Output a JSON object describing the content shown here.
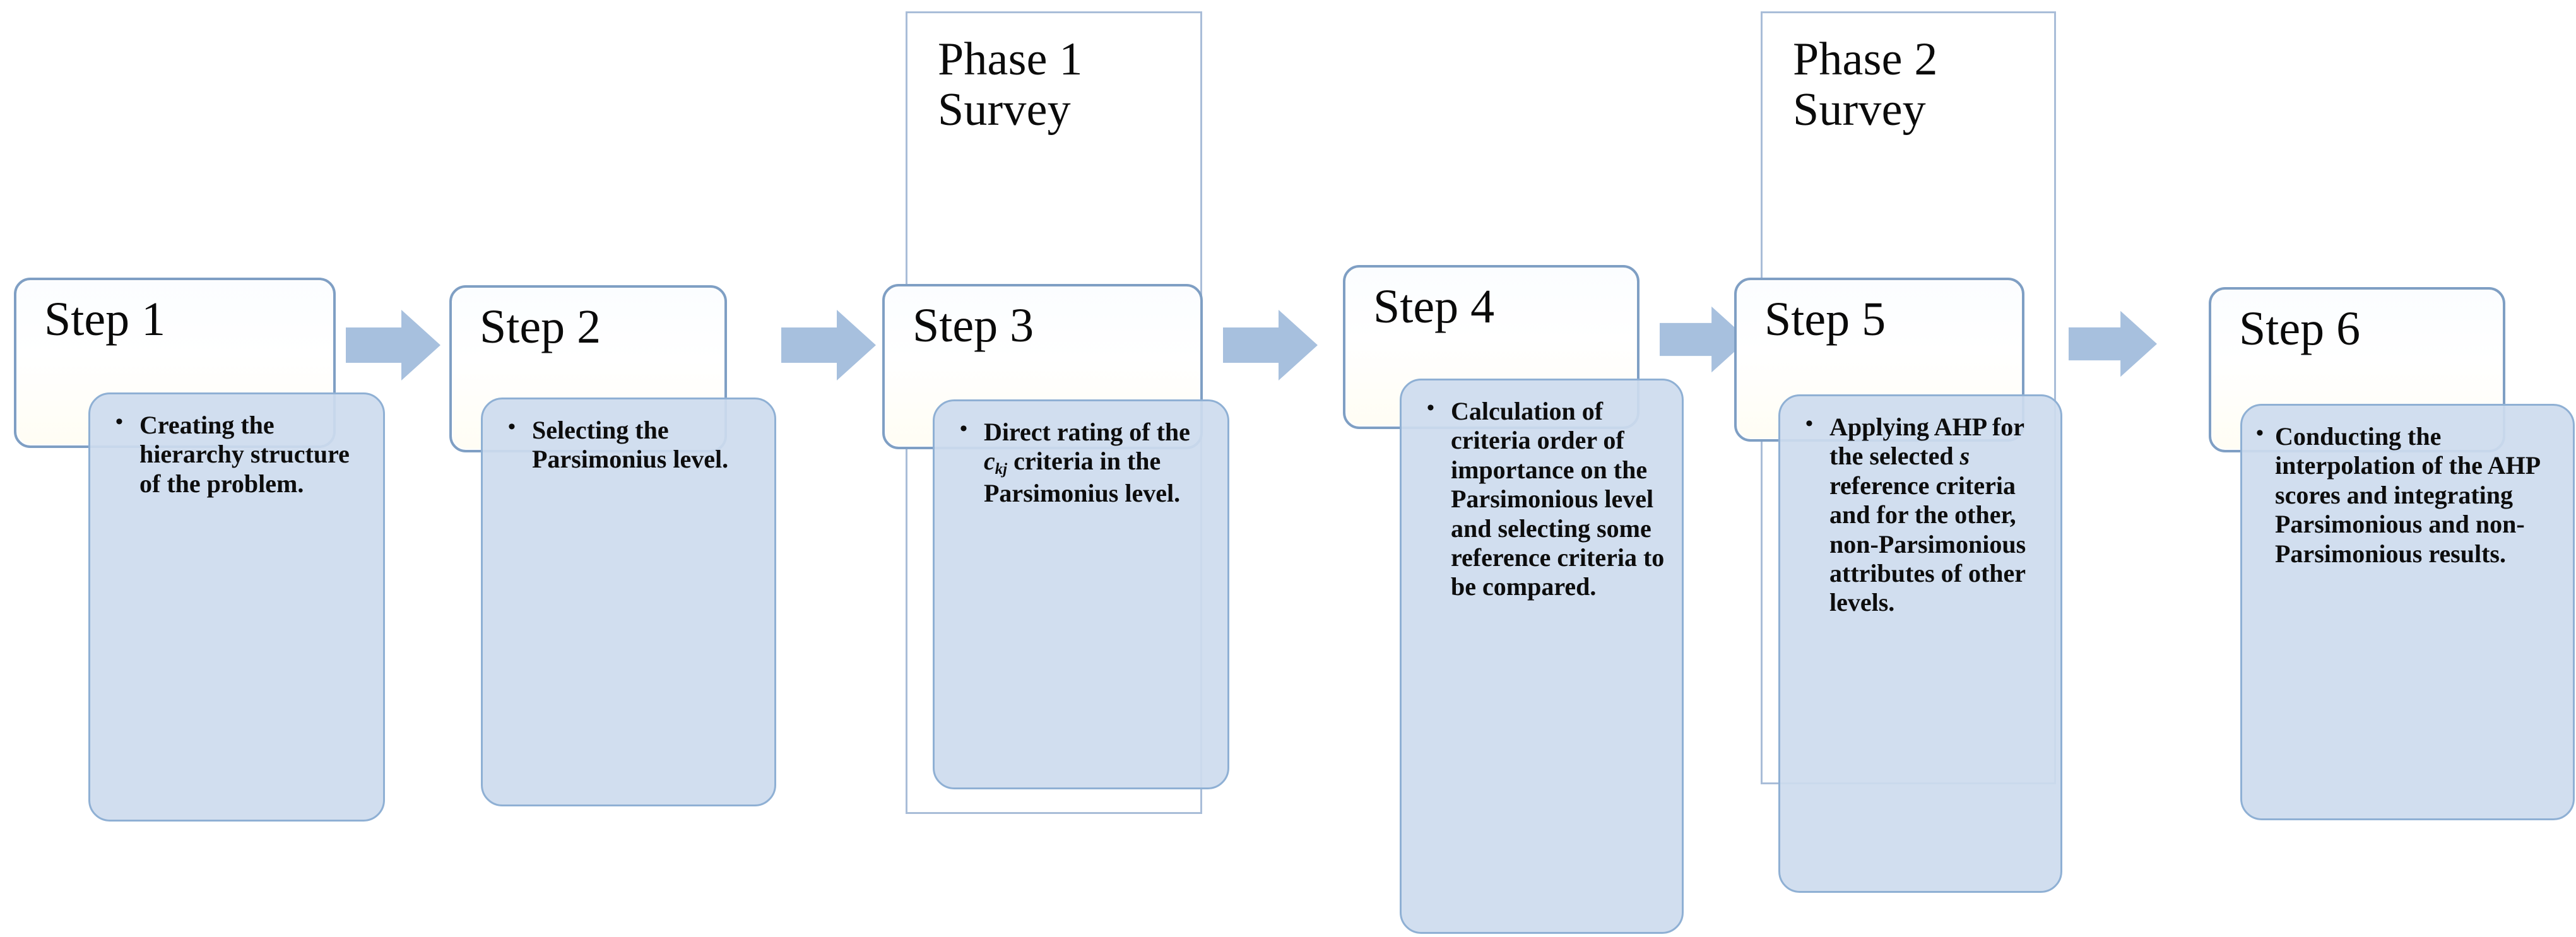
{
  "diagram": {
    "title": "Parsimonious AHP methodology step flow",
    "colors": {
      "arrow_fill": "#a7c0de",
      "body_fill": "#cddbee",
      "body_border": "#8fb0d4",
      "head_border": "#7f9fc4",
      "phase_border": "#a9bdd8",
      "text": "#0d0d0d",
      "background": "#ffffff"
    },
    "phases": [
      {
        "label": "Phase 1\nSurvey",
        "line1": "Phase 1",
        "line2": "Survey"
      },
      {
        "label": "Phase 2\nSurvey",
        "line1": "Phase 2",
        "line2": "Survey"
      }
    ],
    "steps": [
      {
        "title": "Step 1",
        "bullet_html": "Creating the hierarchy structure of the problem.",
        "bullet_text": "Creating the hierarchy structure of the problem."
      },
      {
        "title": "Step 2",
        "bullet_html": "Selecting the Parsimonius level.",
        "bullet_text": "Selecting the Parsimonius level."
      },
      {
        "title": "Step 3",
        "bullet_html": "Direct rating of the <span class=\"sub\">c<sub>kj</sub></span> criteria in the Parsimonius level.",
        "bullet_text": "Direct rating of the c_kj criteria in the Parsimonius level."
      },
      {
        "title": "Step 4",
        "bullet_html": "Calculation of criteria order of importance on the Parsimonious level and selecting some reference criteria to be compared.",
        "bullet_text": "Calculation of criteria order of importance on the Parsimonious level and selecting some reference criteria to be compared."
      },
      {
        "title": "Step 5",
        "bullet_html": "Applying AHP for the selected <span class=\"ital\">s</span> reference criteria and for the other, non-Parsimonious attributes of other levels.",
        "bullet_text": "Applying AHP for the selected s reference criteria and for the other, non-Parsimonious attributes of other levels."
      },
      {
        "title": "Step 6",
        "bullet_html": "Conducting the interpolation of the AHP scores and integrating Parsimonious and non-Parsimonious results.",
        "bullet_text": "Conducting the interpolation of the AHP scores and integrating Parsimonious and non-Parsimonious results."
      }
    ],
    "arrows": [
      {
        "name": "arrow-step1-to-step2",
        "from": "Step 1",
        "to": "Step 2"
      },
      {
        "name": "arrow-step2-to-step3",
        "from": "Step 2",
        "to": "Step 3"
      },
      {
        "name": "arrow-step3-to-step4",
        "from": "Step 3",
        "to": "Step 4"
      },
      {
        "name": "arrow-step4-to-step5",
        "from": "Step 4",
        "to": "Step 5"
      },
      {
        "name": "arrow-step5-to-step6",
        "from": "Step 5",
        "to": "Step 6"
      }
    ]
  }
}
